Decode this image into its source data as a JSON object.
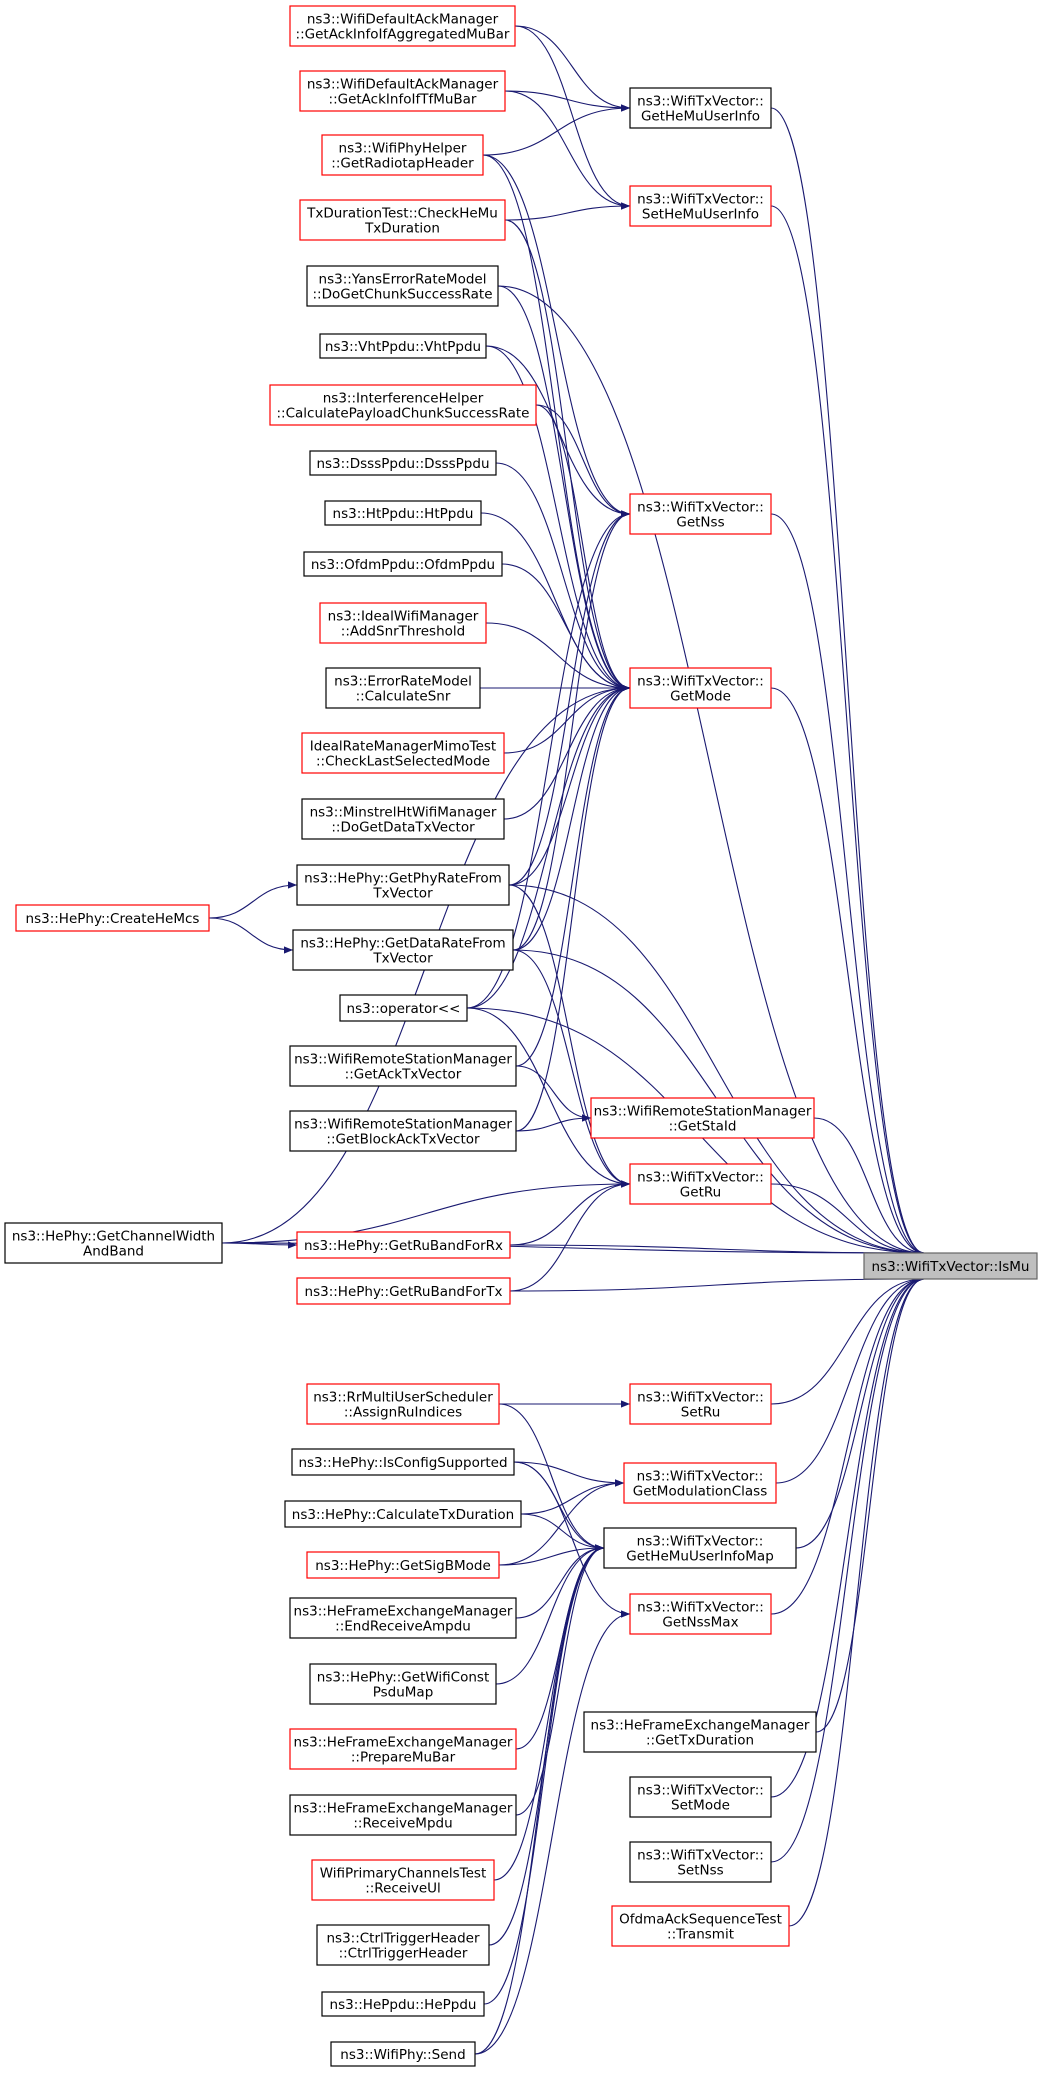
{
  "diagram": {
    "nodes": {
      "ismu": {
        "lines": [
          "ns3::WifiTxVector::IsMu"
        ],
        "style": "focus"
      },
      "getHeMuUserInfo": {
        "lines": [
          "ns3::WifiTxVector::",
          "GetHeMuUserInfo"
        ],
        "style": "black"
      },
      "setHeMuUserInfo": {
        "lines": [
          "ns3::WifiTxVector::",
          "SetHeMuUserInfo"
        ],
        "style": "red"
      },
      "getNss": {
        "lines": [
          "ns3::WifiTxVector::",
          "GetNss"
        ],
        "style": "red"
      },
      "getMode": {
        "lines": [
          "ns3::WifiTxVector::",
          "GetMode"
        ],
        "style": "red"
      },
      "getStaId": {
        "lines": [
          "ns3::WifiRemoteStationManager",
          "::GetStaId"
        ],
        "style": "red"
      },
      "getRu": {
        "lines": [
          "ns3::WifiTxVector::",
          "GetRu"
        ],
        "style": "red"
      },
      "setRu": {
        "lines": [
          "ns3::WifiTxVector::",
          "SetRu"
        ],
        "style": "red"
      },
      "getModClass": {
        "lines": [
          "ns3::WifiTxVector::",
          "GetModulationClass"
        ],
        "style": "red"
      },
      "getHeMuUserInfoMap": {
        "lines": [
          "ns3::WifiTxVector::",
          "GetHeMuUserInfoMap"
        ],
        "style": "black"
      },
      "getNssMax": {
        "lines": [
          "ns3::WifiTxVector::",
          "GetNssMax"
        ],
        "style": "red"
      },
      "heFemGetTxDuration": {
        "lines": [
          "ns3::HeFrameExchangeManager",
          "::GetTxDuration"
        ],
        "style": "black"
      },
      "setMode": {
        "lines": [
          "ns3::WifiTxVector::",
          "SetMode"
        ],
        "style": "black"
      },
      "setNss": {
        "lines": [
          "ns3::WifiTxVector::",
          "SetNss"
        ],
        "style": "black"
      },
      "ofdmaTransmit": {
        "lines": [
          "OfdmaAckSequenceTest",
          "::Transmit"
        ],
        "style": "red"
      },
      "ackInfoAggMuBar": {
        "lines": [
          "ns3::WifiDefaultAckManager",
          "::GetAckInfoIfAggregatedMuBar"
        ],
        "style": "red"
      },
      "ackInfoTfMuBar": {
        "lines": [
          "ns3::WifiDefaultAckManager",
          "::GetAckInfoIfTfMuBar"
        ],
        "style": "red"
      },
      "radiotap": {
        "lines": [
          "ns3::WifiPhyHelper",
          "::GetRadiotapHeader"
        ],
        "style": "red"
      },
      "checkHeMu": {
        "lines": [
          "TxDurationTest::CheckHeMu",
          "TxDuration"
        ],
        "style": "red"
      },
      "yans": {
        "lines": [
          "ns3::YansErrorRateModel",
          "::DoGetChunkSuccessRate"
        ],
        "style": "black"
      },
      "vhtPpdu": {
        "lines": [
          "ns3::VhtPpdu::VhtPpdu"
        ],
        "style": "black"
      },
      "interference": {
        "lines": [
          "ns3::InterferenceHelper",
          "::CalculatePayloadChunkSuccessRate"
        ],
        "style": "red"
      },
      "dsssPpdu": {
        "lines": [
          "ns3::DsssPpdu::DsssPpdu"
        ],
        "style": "black"
      },
      "htPpdu": {
        "lines": [
          "ns3::HtPpdu::HtPpdu"
        ],
        "style": "black"
      },
      "ofdmPpdu": {
        "lines": [
          "ns3::OfdmPpdu::OfdmPpdu"
        ],
        "style": "black"
      },
      "idealAddSnr": {
        "lines": [
          "ns3::IdealWifiManager",
          "::AddSnrThreshold"
        ],
        "style": "red"
      },
      "errCalcSnr": {
        "lines": [
          "ns3::ErrorRateModel",
          "::CalculateSnr"
        ],
        "style": "black"
      },
      "idealMimo": {
        "lines": [
          "IdealRateManagerMimoTest",
          "::CheckLastSelectedMode"
        ],
        "style": "red"
      },
      "minstrel": {
        "lines": [
          "ns3::MinstrelHtWifiManager",
          "::DoGetDataTxVector"
        ],
        "style": "black"
      },
      "phyRate": {
        "lines": [
          "ns3::HePhy::GetPhyRateFrom",
          "TxVector"
        ],
        "style": "black"
      },
      "dataRate": {
        "lines": [
          "ns3::HePhy::GetDataRateFrom",
          "TxVector"
        ],
        "style": "black"
      },
      "createHeMcs": {
        "lines": [
          "ns3::HePhy::CreateHeMcs"
        ],
        "style": "red"
      },
      "operator": {
        "lines": [
          "ns3::operator<<"
        ],
        "style": "black"
      },
      "ackTxVector": {
        "lines": [
          "ns3::WifiRemoteStationManager",
          "::GetAckTxVector"
        ],
        "style": "black"
      },
      "blockAckTxVector": {
        "lines": [
          "ns3::WifiRemoteStationManager",
          "::GetBlockAckTxVector"
        ],
        "style": "black"
      },
      "channelWidth": {
        "lines": [
          "ns3::HePhy::GetChannelWidth",
          "AndBand"
        ],
        "style": "black"
      },
      "ruBandRx": {
        "lines": [
          "ns3::HePhy::GetRuBandForRx"
        ],
        "style": "red"
      },
      "ruBandTx": {
        "lines": [
          "ns3::HePhy::GetRuBandForTx"
        ],
        "style": "red"
      },
      "assignRu": {
        "lines": [
          "ns3::RrMultiUserScheduler",
          "::AssignRuIndices"
        ],
        "style": "red"
      },
      "isConfig": {
        "lines": [
          "ns3::HePhy::IsConfigSupported"
        ],
        "style": "black"
      },
      "calcTxDur": {
        "lines": [
          "ns3::HePhy::CalculateTxDuration"
        ],
        "style": "black"
      },
      "sigB": {
        "lines": [
          "ns3::HePhy::GetSigBMode"
        ],
        "style": "red"
      },
      "endRecvAmpdu": {
        "lines": [
          "ns3::HeFrameExchangeManager",
          "::EndReceiveAmpdu"
        ],
        "style": "black"
      },
      "wifiConst": {
        "lines": [
          "ns3::HePhy::GetWifiConst",
          "PsduMap"
        ],
        "style": "black"
      },
      "prepMuBar": {
        "lines": [
          "ns3::HeFrameExchangeManager",
          "::PrepareMuBar"
        ],
        "style": "red"
      },
      "recvMpdu": {
        "lines": [
          "ns3::HeFrameExchangeManager",
          "::ReceiveMpdu"
        ],
        "style": "black"
      },
      "primaryCh": {
        "lines": [
          "WifiPrimaryChannelsTest",
          "::ReceiveUl"
        ],
        "style": "red"
      },
      "ctrlTrig": {
        "lines": [
          "ns3::CtrlTriggerHeader",
          "::CtrlTriggerHeader"
        ],
        "style": "black"
      },
      "hePpdu": {
        "lines": [
          "ns3::HePpdu::HePpdu"
        ],
        "style": "black"
      },
      "send": {
        "lines": [
          "ns3::WifiPhy::Send"
        ],
        "style": "black"
      }
    },
    "edges": [
      [
        "getHeMuUserInfo",
        "ismu"
      ],
      [
        "setHeMuUserInfo",
        "ismu"
      ],
      [
        "getNss",
        "ismu"
      ],
      [
        "getMode",
        "ismu"
      ],
      [
        "getStaId",
        "ismu"
      ],
      [
        "getRu",
        "ismu"
      ],
      [
        "setRu",
        "ismu"
      ],
      [
        "getModClass",
        "ismu"
      ],
      [
        "getHeMuUserInfoMap",
        "ismu"
      ],
      [
        "getNssMax",
        "ismu"
      ],
      [
        "heFemGetTxDuration",
        "ismu"
      ],
      [
        "setMode",
        "ismu"
      ],
      [
        "setNss",
        "ismu"
      ],
      [
        "ofdmaTransmit",
        "ismu"
      ],
      [
        "yans",
        "ismu"
      ],
      [
        "phyRate",
        "ismu"
      ],
      [
        "dataRate",
        "ismu"
      ],
      [
        "operator",
        "ismu"
      ],
      [
        "ruBandRx",
        "ismu"
      ],
      [
        "ruBandTx",
        "ismu"
      ],
      [
        "channelWidth",
        "ismu"
      ],
      [
        "ackInfoAggMuBar",
        "getHeMuUserInfo"
      ],
      [
        "ackInfoTfMuBar",
        "getHeMuUserInfo"
      ],
      [
        "radiotap",
        "getHeMuUserInfo"
      ],
      [
        "ackInfoAggMuBar",
        "setHeMuUserInfo"
      ],
      [
        "ackInfoTfMuBar",
        "setHeMuUserInfo"
      ],
      [
        "checkHeMu",
        "setHeMuUserInfo"
      ],
      [
        "radiotap",
        "getNss"
      ],
      [
        "interference",
        "getNss"
      ],
      [
        "vhtPpdu",
        "getNss"
      ],
      [
        "phyRate",
        "getNss"
      ],
      [
        "dataRate",
        "getNss"
      ],
      [
        "operator",
        "getNss"
      ],
      [
        "radiotap",
        "getMode"
      ],
      [
        "checkHeMu",
        "getMode"
      ],
      [
        "yans",
        "getMode"
      ],
      [
        "vhtPpdu",
        "getMode"
      ],
      [
        "interference",
        "getMode"
      ],
      [
        "dsssPpdu",
        "getMode"
      ],
      [
        "htPpdu",
        "getMode"
      ],
      [
        "ofdmPpdu",
        "getMode"
      ],
      [
        "idealAddSnr",
        "getMode"
      ],
      [
        "errCalcSnr",
        "getMode"
      ],
      [
        "idealMimo",
        "getMode"
      ],
      [
        "minstrel",
        "getMode"
      ],
      [
        "phyRate",
        "getMode"
      ],
      [
        "dataRate",
        "getMode"
      ],
      [
        "operator",
        "getMode"
      ],
      [
        "ackTxVector",
        "getMode"
      ],
      [
        "blockAckTxVector",
        "getMode"
      ],
      [
        "channelWidth",
        "getMode"
      ],
      [
        "ackTxVector",
        "getStaId"
      ],
      [
        "blockAckTxVector",
        "getStaId"
      ],
      [
        "channelWidth",
        "getRu"
      ],
      [
        "ruBandRx",
        "getRu"
      ],
      [
        "ruBandTx",
        "getRu"
      ],
      [
        "phyRate",
        "getRu"
      ],
      [
        "dataRate",
        "getRu"
      ],
      [
        "operator",
        "getRu"
      ],
      [
        "assignRu",
        "setRu"
      ],
      [
        "isConfig",
        "getModClass"
      ],
      [
        "calcTxDur",
        "getModClass"
      ],
      [
        "sigB",
        "getModClass"
      ],
      [
        "isConfig",
        "getHeMuUserInfoMap"
      ],
      [
        "calcTxDur",
        "getHeMuUserInfoMap"
      ],
      [
        "sigB",
        "getHeMuUserInfoMap"
      ],
      [
        "endRecvAmpdu",
        "getHeMuUserInfoMap"
      ],
      [
        "wifiConst",
        "getHeMuUserInfoMap"
      ],
      [
        "prepMuBar",
        "getHeMuUserInfoMap"
      ],
      [
        "recvMpdu",
        "getHeMuUserInfoMap"
      ],
      [
        "primaryCh",
        "getHeMuUserInfoMap"
      ],
      [
        "ctrlTrig",
        "getHeMuUserInfoMap"
      ],
      [
        "hePpdu",
        "getHeMuUserInfoMap"
      ],
      [
        "send",
        "getHeMuUserInfoMap"
      ],
      [
        "assignRu",
        "getHeMuUserInfoMap"
      ],
      [
        "isConfig",
        "getNssMax"
      ],
      [
        "send",
        "getNssMax"
      ],
      [
        "createHeMcs",
        "phyRate"
      ],
      [
        "createHeMcs",
        "dataRate"
      ],
      [
        "channelWidth",
        "ruBandRx"
      ]
    ]
  }
}
